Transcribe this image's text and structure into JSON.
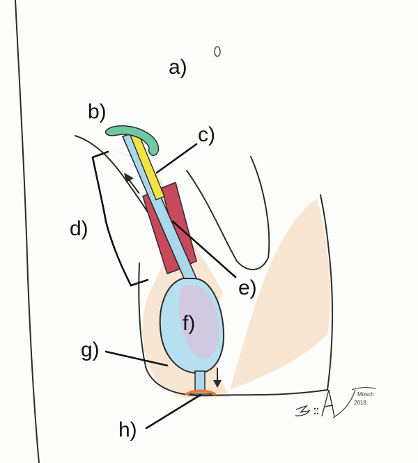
{
  "labels": {
    "a": "a)",
    "b": "b)",
    "c": "c)",
    "d": "d)",
    "e": "e)",
    "f": "f)",
    "g": "g)",
    "h": "h)"
  },
  "signature": {
    "name": "Mosch",
    "year": "2018."
  },
  "colors": {
    "outline": "#2b2b2b",
    "skin_shading": "#f2c9a0",
    "cap": "#6ec9a2",
    "yellow_tube": "#f2e244",
    "blue_tube": "#a9d8ec",
    "red_sleeve": "#c9495c",
    "bulb": "#b6dff0",
    "bulb_tint": "#e7b7d7",
    "base_accent": "#e8783a"
  }
}
